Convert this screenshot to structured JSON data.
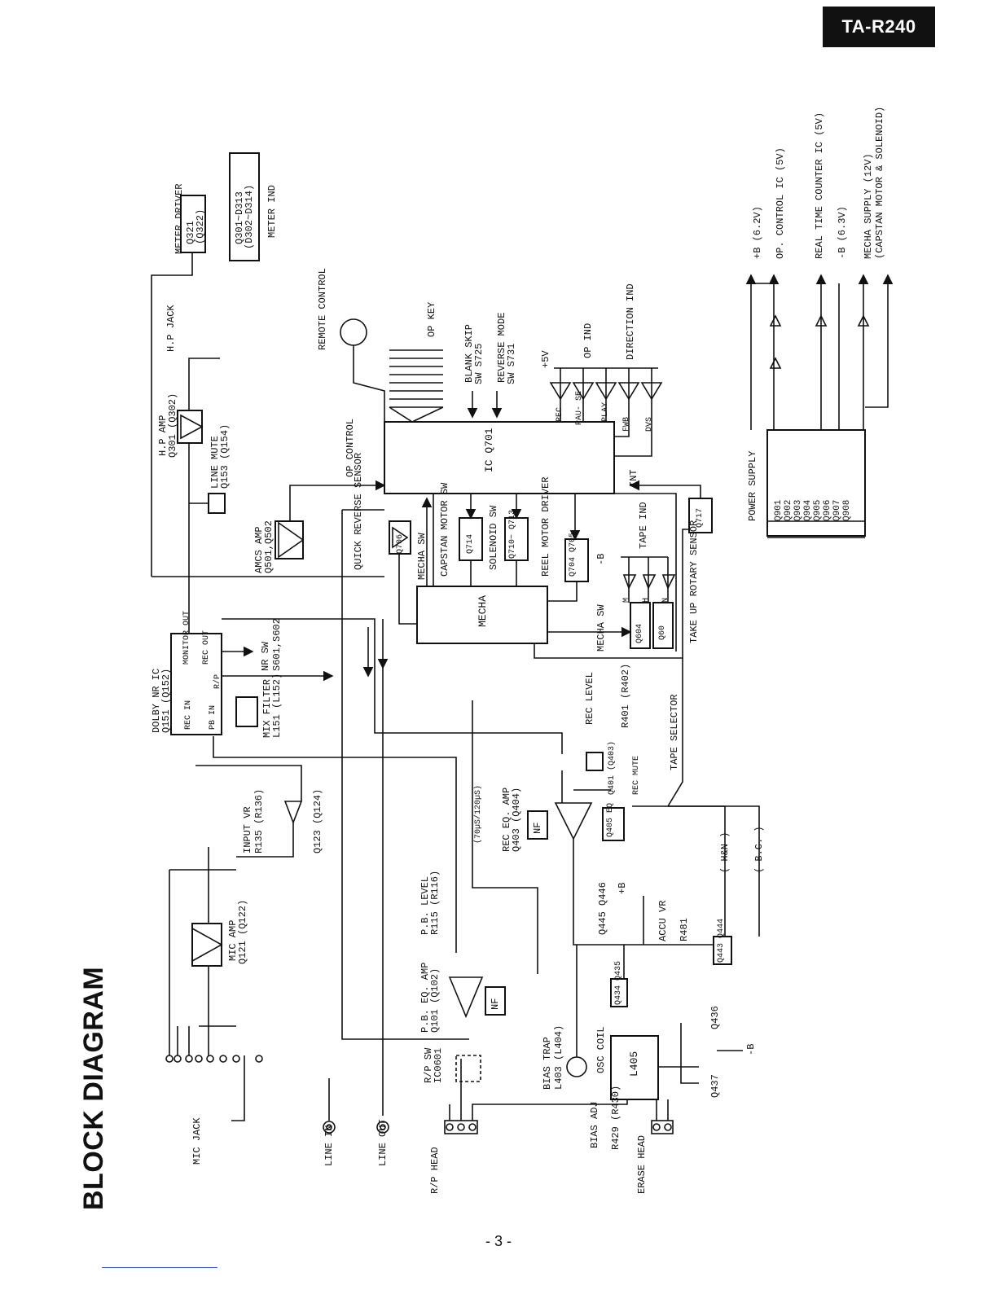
{
  "header": {
    "model": "TA-R240"
  },
  "title": "BLOCK DIAGRAM",
  "page_number": "- 3 -",
  "labels": {
    "meter_driver": "METER DRIVER",
    "q321": "Q321",
    "q322": "(Q322)",
    "q301_d313": "Q301~D313",
    "d302_d314": "(D302~D314)",
    "meter_ind": "METER IND",
    "remote_control": "REMOTE CONTROL",
    "op_key": "OP KEY",
    "blank_skip": "BLANK SKIP",
    "sw_s725": "SW S725",
    "reverse_mode": "REVERSE MODE",
    "sw_s731": "SW S731",
    "op_ind": "OP IND",
    "plus5v": "+5V",
    "direction_ind": "DIRECTION IND",
    "ic_q701": "IC Q701",
    "op_control": "OP CONTROL",
    "int": "INT",
    "hp_jack": "H.P JACK",
    "hp_amp": "H.P AMP",
    "q301_q302": "Q301 (Q302)",
    "line_mute": "LINE MUTE",
    "q153_q154": "Q153 (Q154)",
    "amcs_amp": "AMCS AMP",
    "q501_q502": "Q501,Q502",
    "quick_reverse_sensor": "QUICK REVERSE SENSOR",
    "q706": "Q706",
    "mecha_sw": "MECHA SW",
    "capstan_motor_sw": "CAPSTAN MOTOR SW",
    "q714": "Q714",
    "solenoid_sw": "SOLENOID SW",
    "q710_q713": "Q710~ Q713",
    "reel_motor_driver": "REEL MOTOR DRIVER",
    "q704_q705": "Q704 Q705",
    "minus_b": "-B",
    "tape_ind": "TAPE IND",
    "mecha": "MECHA",
    "mecha_sw_2": "MECHA SW",
    "q604": "Q604",
    "q60": "Q60",
    "take_up_rotary_sensor": "TAKE UP ROTARY SENSOR",
    "q717": "Q717",
    "tape_selector": "TAPE SELECTOR",
    "m": "M",
    "h": "H",
    "n": "N",
    "rec": "REC",
    "pause": "PAU- SE",
    "play": "PLAY",
    "fwb": "FWB",
    "dvs": "DVS",
    "dolby_nr_ic": "DOLBY NR IC",
    "q151_q152": "Q151 (Q152)",
    "rec_in": "REC IN",
    "pb_in": "PB IN",
    "monitor_out": "MONITOR OUT",
    "rec_out": "REC OUT",
    "rp": "R/P",
    "nr_sw": "NR SW",
    "s601_s602": "S601,S602",
    "mix_filter": "MIX FILTER",
    "l151_l152": "L151 (L152)",
    "rec_level": "REC LEVEL",
    "r401_r402": "R401 (R402)",
    "q401_q403": "Q401 (Q403)",
    "rec_mute": "REC MUTE",
    "rec_eq_amp": "REC EQ. AMP",
    "q403_q404": "Q403 (Q404)",
    "nf": "NF",
    "q405_eq": "Q405 EQ",
    "time_const": "(70µS/120µS)",
    "hn": "( H&N )",
    "bc": "( B.C. )",
    "input_vr": "INPUT VR",
    "r135_r136": "R135 (R136)",
    "q123_q124": "Q123 (Q124)",
    "mic_amp": "MIC AMP",
    "q121_q122": "Q121 (Q122)",
    "mic_jack": "MIC JACK",
    "line_in": "LINE IN",
    "line_out": "LINE OUT",
    "rp_head": "R/P HEAD",
    "rp_sw": "R/P SW",
    "ic0601": "IC0601",
    "pb_eq_amp": "P.B. EQ. AMP",
    "q101_q102": "Q101 (Q102)",
    "pb_level": "P.B. LEVEL",
    "r115_r116": "R115 (R116)",
    "bias_trap": "BIAS TRAP",
    "l403_l404": "L403 (L404)",
    "osc_coil": "OSC COIL",
    "l405": "L405",
    "bias_adj": "BIAS ADJ",
    "r429_r430": "R429 (R430)",
    "erase_head": "ERASE HEAD",
    "q434_q435": "Q434 Q435",
    "q445_q446": "Q445 Q446",
    "plus_b": "+B",
    "accu_vr": "ACCU VR",
    "r481": "R481",
    "q443_q444": "Q443 Q444",
    "q436": "Q436",
    "q437": "Q437",
    "power_supply": "POWER SUPPLY",
    "q901_q908": "Q901 Q902 Q903 Q904 Q905 Q906 Q907 Q908",
    "plus_b_62": "+B (6.2V)",
    "op_control_ic": "OP. CONTROL IC (5V)",
    "real_time_counter": "REAL TIME COUNTER IC (5V)",
    "minus_b_63": "-B (6.3V)",
    "mecha_supply": "MECHA SUPPLY (12V)",
    "capstan_solenoid": "(CAPSTAN MOTOR & SOLENOID)"
  }
}
